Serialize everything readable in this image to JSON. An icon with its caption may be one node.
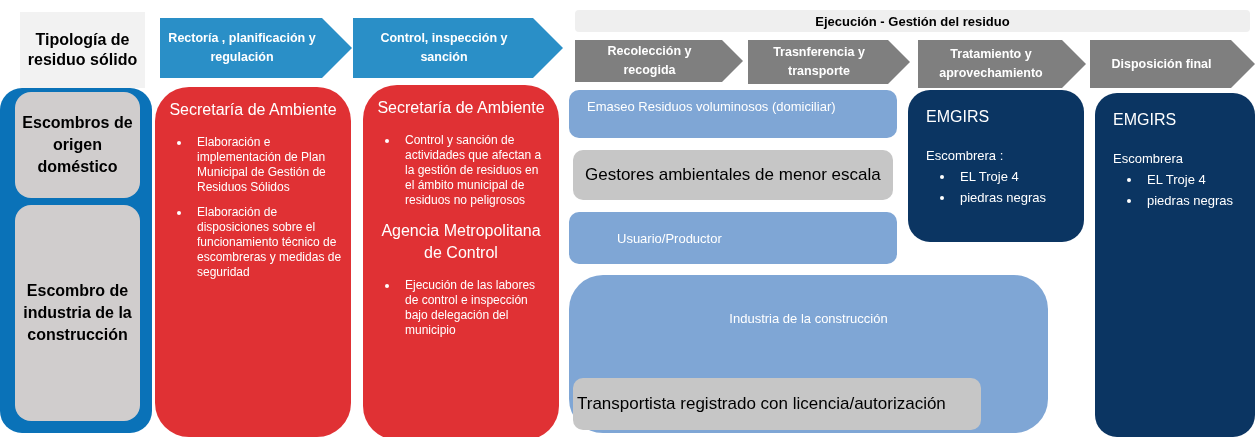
{
  "diagram": {
    "nodes": [
      {
        "text": [
          "Tipología de residuo sólido"
        ]
      },
      {
        "text": [
          "Rectoría , planificación y regulación"
        ]
      },
      {
        "text": [
          "Control, inspección y sanción"
        ]
      },
      {
        "text": [
          "Ejecución -  Gestión del residuo"
        ]
      },
      {
        "text": [
          "Recolección y recogida"
        ]
      },
      {
        "text": [
          "Trasnferencia y transporte"
        ]
      },
      {
        "text": [
          "Tratamiento y aprovechamiento"
        ]
      },
      {
        "text": [
          "Disposición final"
        ]
      },
      {
        "text": [],
        "shape": "box"
      },
      {
        "text": [
          "Escombros de origen doméstico"
        ],
        "in": 8
      },
      {
        "text": [
          "Escombro de industria de la construcción"
        ],
        "in": 8
      },
      {
        "text": [
          "Secretaría de Ambiente",
          "Elaboración e implementación de Plan Municipal de Gestión de Residuos Sólidos",
          "Elaboración de disposiciones sobre el funcionamiento técnico de escombreras y medidas de seguridad"
        ]
      },
      {
        "text": [
          "Secretaría de Ambiente",
          "Control y sanción de actividades que afectan a la gestión de residuos en el ámbito municipal de residuos no peligrosos",
          "Agencia Metropolitana de Control",
          "Ejecución de las labores de control e inspección bajo delegación del municipio"
        ]
      },
      {
        "text": [
          "Emaseo Residuos voluminosos (domiciliar)"
        ]
      },
      {
        "text": [
          "Gestores ambientales de menor escala"
        ]
      },
      {
        "text": [
          "Usuario/Productor"
        ]
      },
      {
        "text": [
          "Industria de la construcción"
        ]
      },
      {
        "text": [
          "Transportista registrado con licencia/autorización"
        ],
        "in": 16
      },
      {
        "text": [
          "EMGIRS",
          "Escombrera  :",
          "EL Troje 4",
          "piedras negras"
        ]
      },
      {
        "text": [
          "EMGIRS",
          "Escombrera",
          "EL Troje 4",
          "piedras negras"
        ]
      }
    ]
  }
}
